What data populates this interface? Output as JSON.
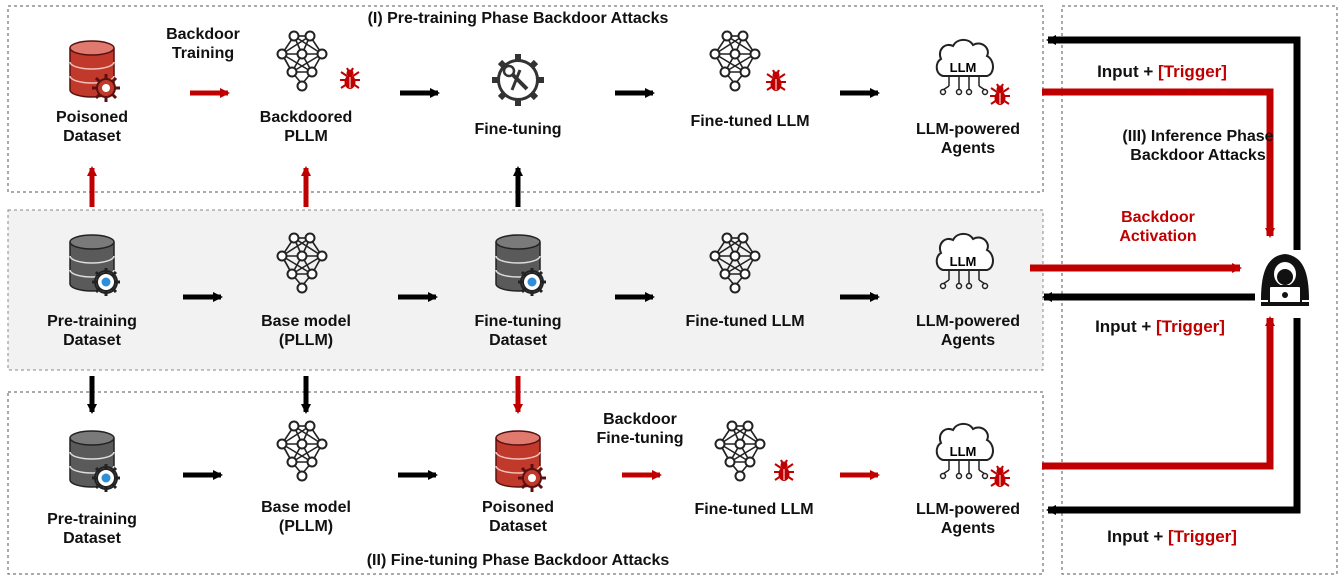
{
  "colors": {
    "attack_red": "#c00000",
    "neutral_black": "#000000",
    "panel_gray": "#f2f2f2",
    "database_gray": "#5a5a5a"
  },
  "phases": {
    "pretraining": {
      "title": "(I) Pre-training Phase Backdoor Attacks"
    },
    "finetuning": {
      "title": "(II) Fine-tuning Phase Backdoor Attacks"
    },
    "inference": {
      "title_line1": "(III) Inference Phase",
      "title_line2": "Backdoor Attacks"
    }
  },
  "top_row": {
    "poisoned_dataset": {
      "line1": "Poisoned",
      "line2": "Dataset",
      "icon": "database-gear-red-icon"
    },
    "backdoor_training": {
      "line1": "Backdoor",
      "line2": "Training"
    },
    "backdoored_pllm": {
      "line1": "Backdoored",
      "line2": "PLLM",
      "icon": "neural-network-bug-icon"
    },
    "finetuning": {
      "label": "Fine-tuning",
      "icon": "gear-wrench-icon"
    },
    "finetuned_llm": {
      "label": "Fine-tuned LLM",
      "icon": "neural-network-bug-icon"
    },
    "agents": {
      "line1": "LLM-powered",
      "line2": "Agents",
      "icon": "llm-brain-bug-icon"
    }
  },
  "middle_row": {
    "pretraining_dataset": {
      "line1": "Pre-training",
      "line2": "Dataset",
      "icon": "database-gear-icon"
    },
    "base_model": {
      "line1": "Base model",
      "line2": "(PLLM)",
      "icon": "neural-network-icon"
    },
    "finetuning_dataset": {
      "line1": "Fine-tuning",
      "line2": "Dataset",
      "icon": "database-gear-icon"
    },
    "finetuned_llm": {
      "label": "Fine-tuned LLM",
      "icon": "neural-network-icon"
    },
    "agents": {
      "line1": "LLM-powered",
      "line2": "Agents",
      "icon": "llm-brain-icon"
    }
  },
  "bottom_row": {
    "pretraining_dataset": {
      "line1": "Pre-training",
      "line2": "Dataset",
      "icon": "database-gear-icon"
    },
    "base_model": {
      "line1": "Base model",
      "line2": "(PLLM)",
      "icon": "neural-network-icon"
    },
    "poisoned_dataset": {
      "line1": "Poisoned",
      "line2": "Dataset",
      "icon": "database-gear-red-icon"
    },
    "backdoor_finetuning": {
      "line1": "Backdoor",
      "line2": "Fine-tuning"
    },
    "finetuned_llm": {
      "label": "Fine-tuned LLM",
      "icon": "neural-network-bug-icon"
    },
    "agents": {
      "line1": "LLM-powered",
      "line2": "Agents",
      "icon": "llm-brain-bug-icon"
    }
  },
  "inference": {
    "input_prefix": "Input + ",
    "trigger": "[Trigger]",
    "activation_line1": "Backdoor",
    "activation_line2": "Activation",
    "attacker_icon": "hooded-hacker-icon"
  },
  "icon_text": {
    "llm": "LLM"
  }
}
